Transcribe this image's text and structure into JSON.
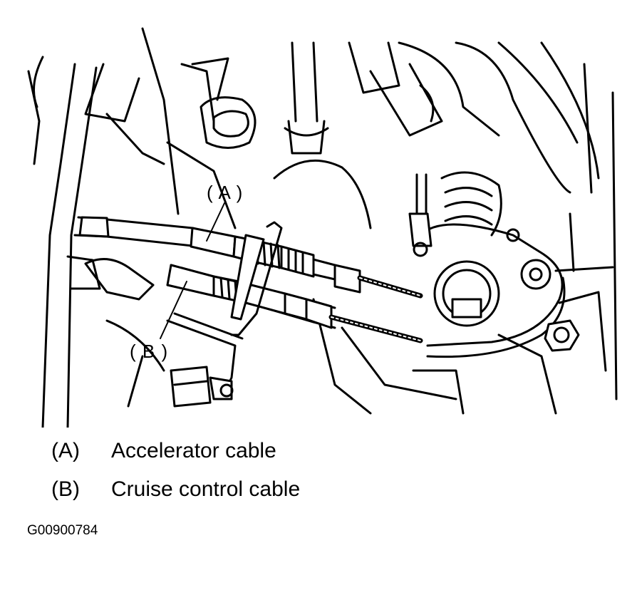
{
  "callouts": {
    "a": "( A )",
    "b": "( B )"
  },
  "legend": [
    {
      "key": "(A)",
      "text": "Accelerator cable"
    },
    {
      "key": "(B)",
      "text": "Cruise control cable"
    }
  ],
  "figure_code": "G00900784",
  "colors": {
    "ink": "#000000",
    "paper": "#ffffff"
  }
}
